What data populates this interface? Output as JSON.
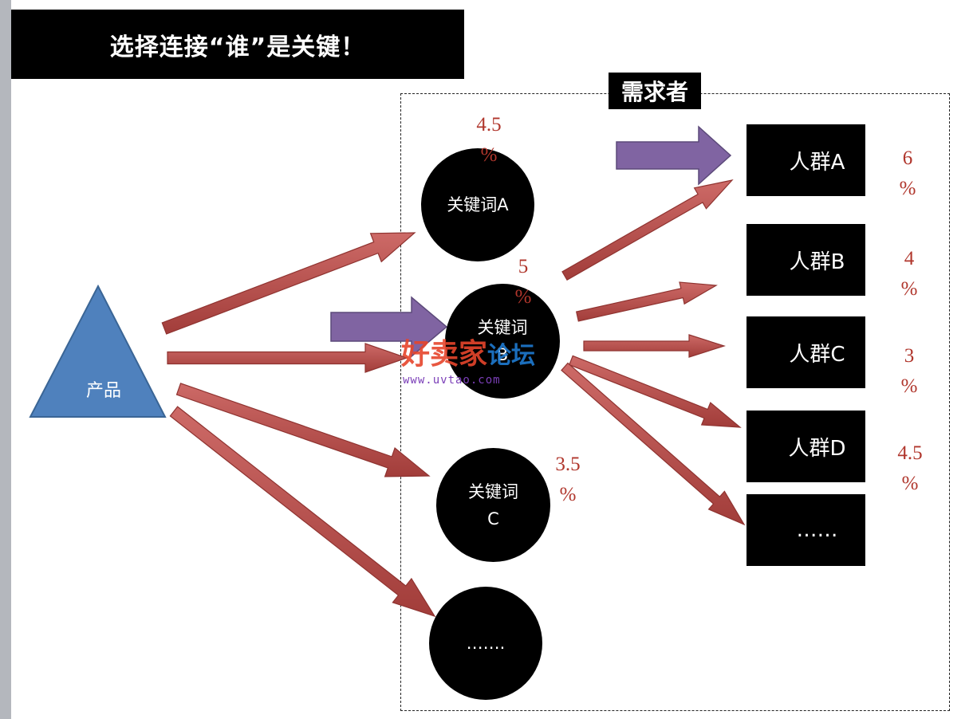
{
  "title": "选择连接“谁”是关键！",
  "group_label": "需求者",
  "product": "产品",
  "keywords": [
    {
      "id": "kw-a",
      "lines": [
        "关键词A"
      ],
      "pct": [
        "4.5",
        "%"
      ]
    },
    {
      "id": "kw-b",
      "lines": [
        "关键词",
        "B"
      ],
      "pct": [
        "5",
        "%"
      ]
    },
    {
      "id": "kw-c",
      "lines": [
        "关键词",
        "C"
      ],
      "pct": [
        "3.5",
        "%"
      ]
    },
    {
      "id": "kw-more",
      "lines": [
        "……."
      ],
      "pct": []
    }
  ],
  "crowds": [
    {
      "id": "crowd-a",
      "label": "人群A",
      "pct": [
        "6",
        "%"
      ]
    },
    {
      "id": "crowd-b",
      "label": "人群B",
      "pct": [
        "4",
        "%"
      ]
    },
    {
      "id": "crowd-c",
      "label": "人群C",
      "pct": [
        "3",
        "%"
      ]
    },
    {
      "id": "crowd-d",
      "label": "人群D",
      "pct": [
        "4.5",
        "%"
      ]
    },
    {
      "id": "crowd-more",
      "label": "……",
      "pct": []
    }
  ],
  "watermark": {
    "brand": "好卖家",
    "tail": "论坛",
    "url": "www.uvtao.com"
  },
  "colors": {
    "arrow_red": "#c0504d",
    "arrow_purple": "#8064a2",
    "triangle": "#4f81bd",
    "percent_text": "#b0362c",
    "box": "#000000"
  }
}
